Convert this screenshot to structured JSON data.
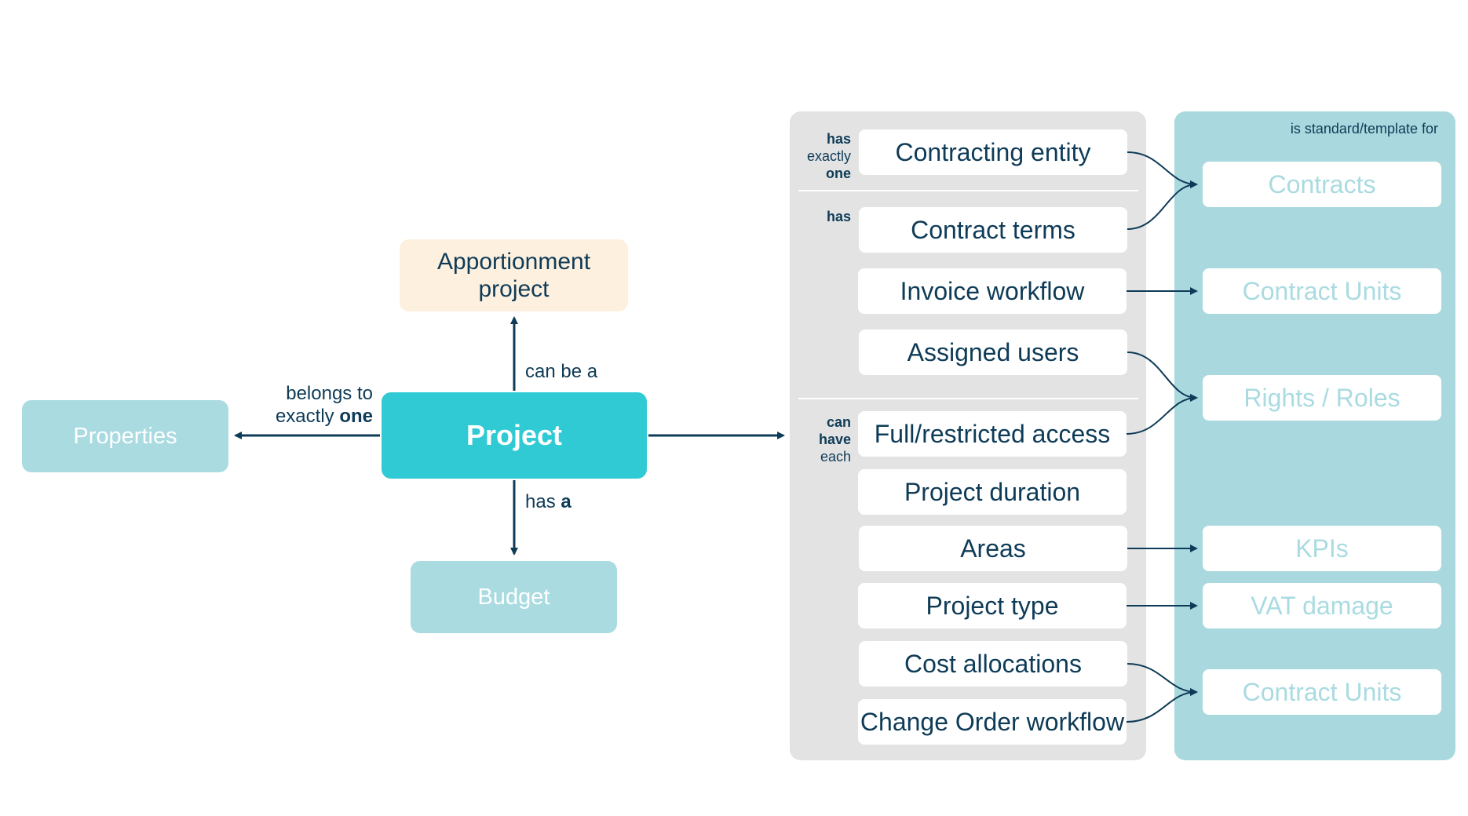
{
  "center": {
    "label": "Project",
    "color": "#2fcad3"
  },
  "apportionment": {
    "line1": "Apportionment",
    "line2": "project",
    "color": "#fdf0df"
  },
  "properties": {
    "label": "Properties"
  },
  "budget": {
    "label": "Budget"
  },
  "edges": {
    "can_be_a": "can be a",
    "belongs_to_line1": "belongs to",
    "belongs_to_line2_pre": "exactly ",
    "belongs_to_line2_bold": "one",
    "has_a_pre": "has ",
    "has_a_bold": "a"
  },
  "attributes_panel": {
    "group1_label": {
      "bold1": "has",
      "normal": "exactly",
      "bold2": "one"
    },
    "group2_label": "has",
    "group3_label": {
      "bold1": "can",
      "bold2": "have",
      "normal": "each"
    },
    "items": [
      "Contracting entity",
      "Contract terms",
      "Invoice workflow",
      "Assigned users",
      "Full/restricted access",
      "Project duration",
      "Areas",
      "Project type",
      "Cost allocations",
      "Change Order workflow"
    ]
  },
  "templates_panel": {
    "heading": "is standard/template for",
    "items": [
      "Contracts",
      "Contract Units",
      "Rights / Roles",
      "KPIs",
      "VAT damage",
      "Contract Units"
    ]
  },
  "colors": {
    "dark_navy": "#0e3b57",
    "teal_light": "#a9dbe1",
    "panel_grey": "#e3e3e3",
    "panel_teal": "#a9d9de"
  }
}
